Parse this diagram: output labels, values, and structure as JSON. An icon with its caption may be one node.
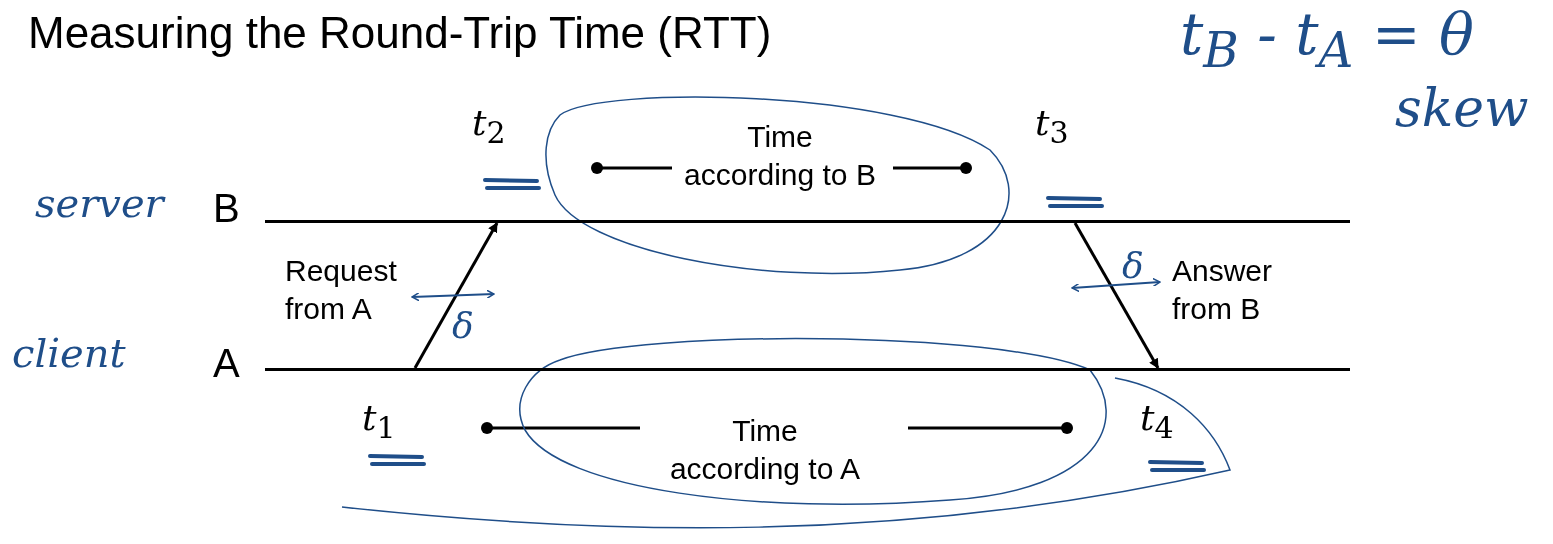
{
  "diagram": {
    "title": "Measuring the Round-Trip Time (RTT)",
    "nodes": [
      {
        "text": [
          "B"
        ],
        "beside": [
          "server"
        ]
      },
      {
        "text": [
          "A"
        ],
        "beside": [
          "client"
        ]
      }
    ],
    "edges": [
      {
        "from": 1,
        "to": 0,
        "arrow": "to",
        "label": "Request from A"
      },
      {
        "from": 0,
        "to": 1,
        "arrow": "to",
        "label": "Answer from B"
      }
    ],
    "labels": [
      "t$_{B}$ - t$_{A}$ = θ",
      "skew",
      "*t*$_{2}$",
      "Time according to B",
      "*t*$_{3}$",
      "δ",
      "δ",
      "*t*$_{1}$",
      "Time according to A",
      "*t*$_{4}$"
    ]
  }
}
